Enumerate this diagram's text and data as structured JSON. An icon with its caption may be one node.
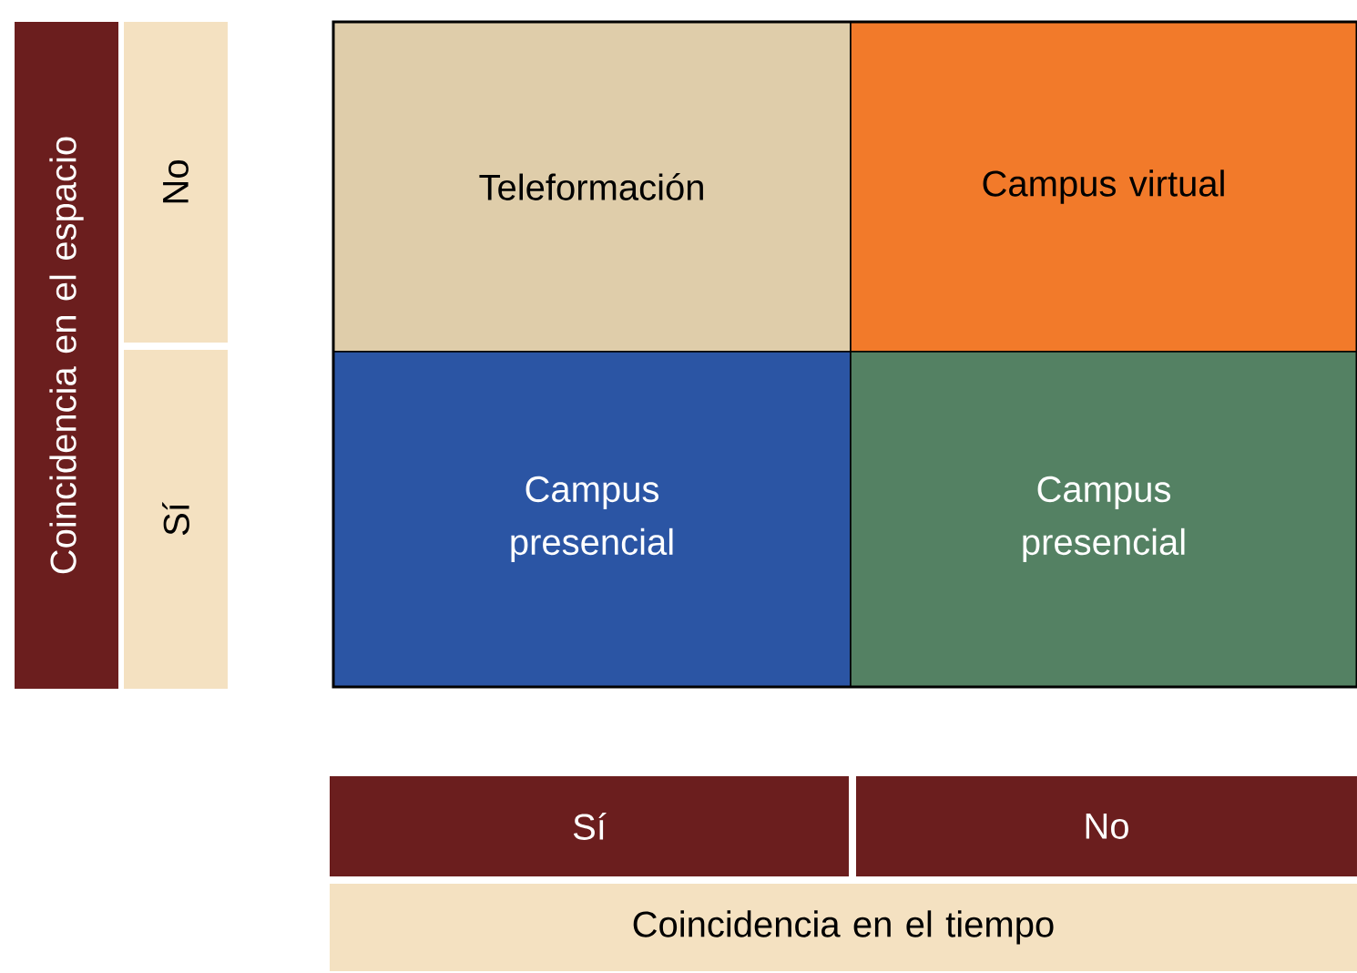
{
  "diagram": {
    "nodes": [
      {
        "text": [
          "Coincidencia en el espacio"
        ]
      },
      {
        "text": [
          "No"
        ]
      },
      {
        "text": [
          "Sí"
        ]
      },
      {
        "text": [
          "Teleformación"
        ]
      },
      {
        "text": [
          "Campus virtual"
        ]
      },
      {
        "text": [
          "Campus presencial"
        ]
      },
      {
        "text": [
          "Campus presencial"
        ]
      },
      {
        "text": [
          "Sí"
        ]
      },
      {
        "text": [
          "No"
        ]
      },
      {
        "text": [
          "Coincidencia en el tiempo"
        ]
      }
    ]
  }
}
